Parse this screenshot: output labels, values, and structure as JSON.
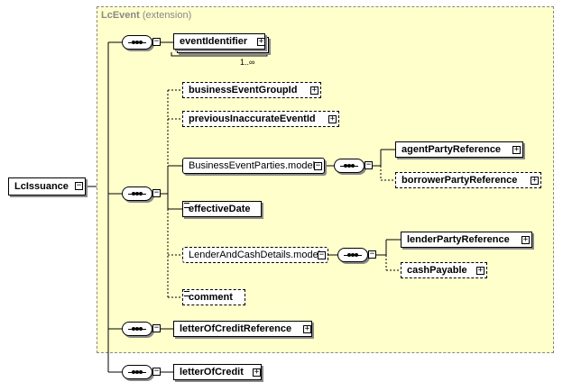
{
  "group": {
    "name": "LcEvent",
    "type": "(extension)"
  },
  "root": {
    "label": "LcIssuance"
  },
  "elements": {
    "event_identifier": "eventIdentifier",
    "event_identifier_card": "1..∞",
    "business_event_group_id": "businessEventGroupId",
    "previous_inaccurate_event_id": "previousInaccurateEventId",
    "business_event_parties_model": "BusinessEventParties.model",
    "agent_party_reference": "agentPartyReference",
    "borrower_party_reference": "borrowerPartyReference",
    "effective_date": "effectiveDate",
    "lender_and_cash_details_model": "LenderAndCashDetails.model",
    "lender_party_reference": "lenderPartyReference",
    "cash_payable": "cashPayable",
    "comment": "comment",
    "letter_of_credit_reference": "letterOfCreditReference",
    "letter_of_credit": "letterOfCredit"
  },
  "icons": {
    "expand": "plus-box-icon",
    "collapse": "minus-box-icon",
    "sequence": "sequence-compositor-icon"
  },
  "colors": {
    "group_fill": "#ffffcc",
    "group_border": "#888888",
    "shadow": "#8a8a8a"
  }
}
